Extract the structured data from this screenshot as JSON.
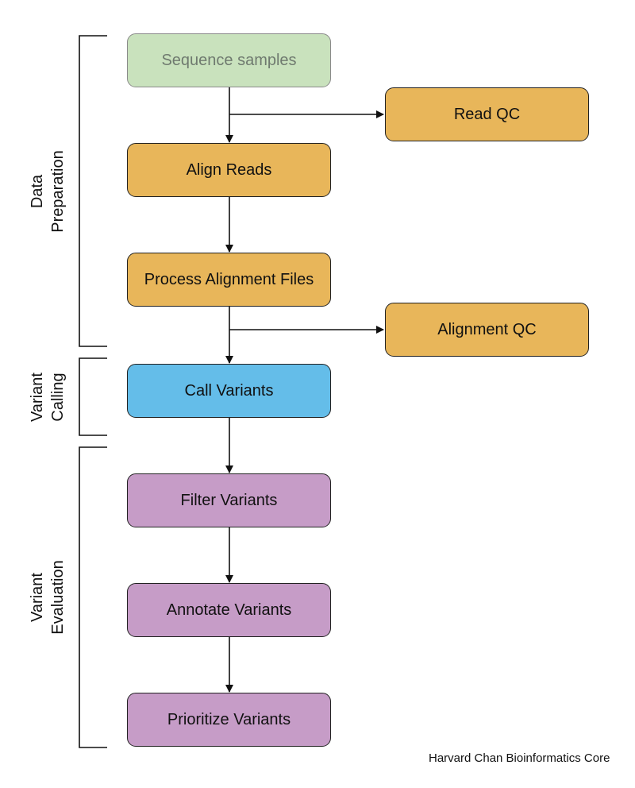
{
  "colors": {
    "sample": "#c9e2bd",
    "prep": "#e8b65a",
    "call": "#64bde9",
    "eval": "#c69cc7",
    "line": "#111111"
  },
  "steps": {
    "sequence_samples": "Sequence samples",
    "read_qc": "Read QC",
    "align_reads": "Align Reads",
    "process_alignment_files": "Process Alignment Files",
    "alignment_qc": "Alignment QC",
    "call_variants": "Call Variants",
    "filter_variants": "Filter Variants",
    "annotate_variants": "Annotate Variants",
    "prioritize_variants": "Prioritize Variants"
  },
  "sections": {
    "data_preparation": [
      "Data",
      "Preparation"
    ],
    "variant_calling": [
      "Variant",
      "Calling"
    ],
    "variant_evaluation": [
      "Variant",
      "Evaluation"
    ]
  },
  "credit": "Harvard Chan Bioinformatics Core"
}
